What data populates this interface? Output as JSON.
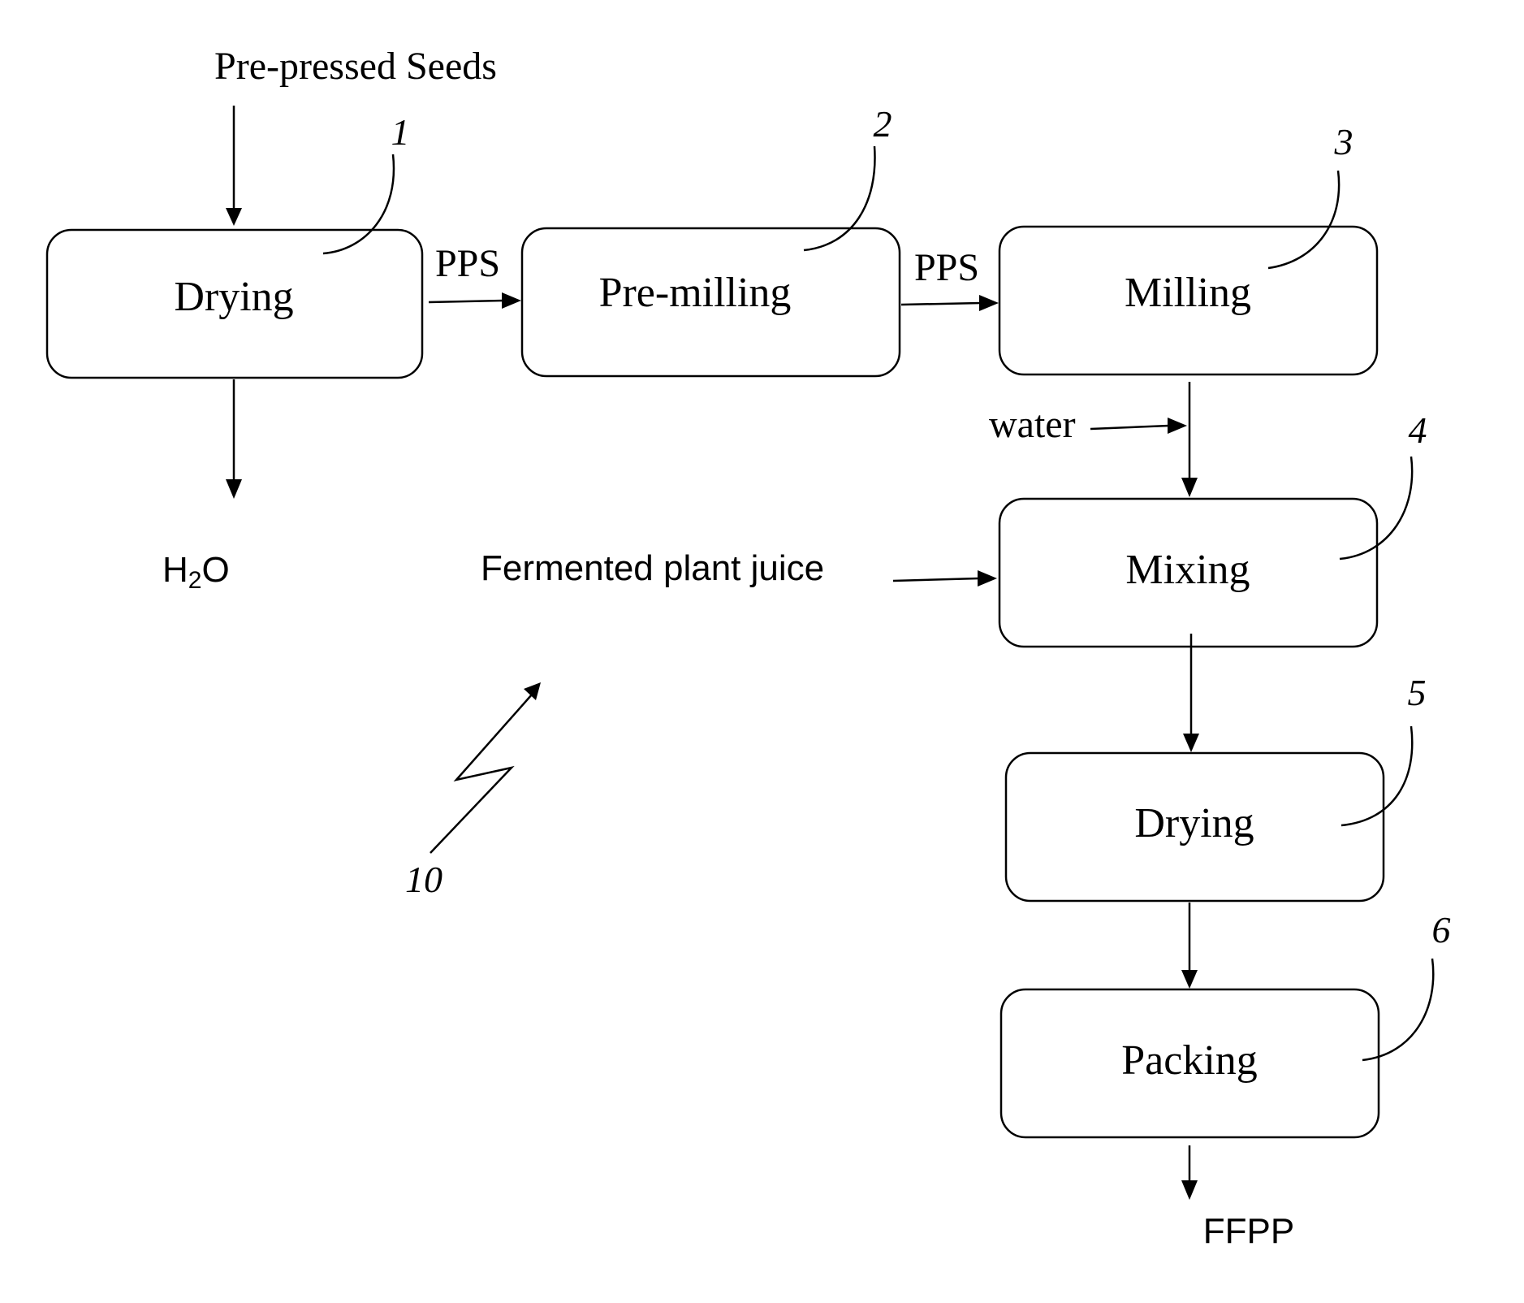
{
  "input_label": "Pre-pressed Seeds",
  "steps": [
    {
      "ref": "1",
      "label": "Drying"
    },
    {
      "ref": "2",
      "label": "Pre-milling"
    },
    {
      "ref": "3",
      "label": "Milling"
    },
    {
      "ref": "4",
      "label": "Mixing"
    },
    {
      "ref": "5",
      "label": "Drying"
    },
    {
      "ref": "6",
      "label": "Packing"
    }
  ],
  "flow_labels": {
    "pps_1": "PPS",
    "pps_2": "PPS",
    "water": "water",
    "h2o_main": "H",
    "h2o_sub": "2",
    "h2o_end": "O",
    "fermented": "Fermented plant juice",
    "output": "FFPP"
  },
  "figure_ref": "10"
}
